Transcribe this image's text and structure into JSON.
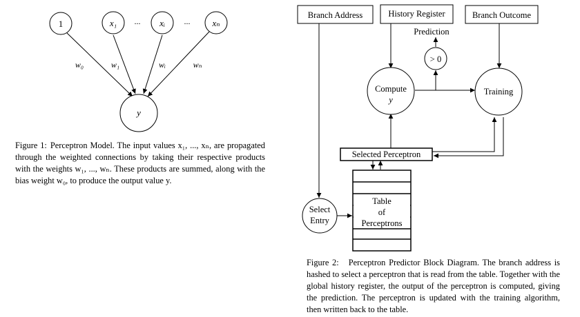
{
  "figure1": {
    "nodes": {
      "bias": "1",
      "x1": "x₁",
      "dots1": "...",
      "xi": "xᵢ",
      "dots2": "...",
      "xn": "xₙ",
      "output": "y"
    },
    "weights": {
      "w0": "w₀",
      "w1": "w₁",
      "wi": "wᵢ",
      "wn": "wₙ"
    },
    "caption": {
      "label": "Figure 1:",
      "text": "Perceptron Model. The input values x₁, ..., xₙ, are propagated through the weighted connections by taking their respective products with the weights w₁, ..., wₙ. These products are summed, along with the bias weight w₀, to produce the output value y."
    }
  },
  "figure2": {
    "boxes": {
      "branch_address": "Branch Address",
      "history_register": "History Register",
      "branch_outcome": "Branch Outcome",
      "selected_perceptron": "Selected Perceptron"
    },
    "prediction_label": "Prediction",
    "threshold": "> 0",
    "compute": {
      "line1": "Compute",
      "line2": "y"
    },
    "training": "Training",
    "select_entry": {
      "line1": "Select",
      "line2": "Entry"
    },
    "table": {
      "line1": "Table",
      "line2": "of",
      "line3": "Perceptrons"
    },
    "caption": {
      "label": "Figure 2:",
      "text": "Perceptron Predictor Block Diagram. The branch address is hashed to select a perceptron that is read from the table. Together with the global history register, the output of the perceptron is computed, giving the prediction. The perceptron is updated with the training algorithm, then written back to the table."
    }
  }
}
